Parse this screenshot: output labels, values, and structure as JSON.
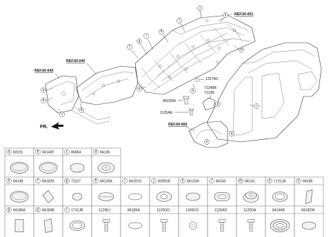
{
  "refs": {
    "ref_651": "REF.60-651",
    "ref_640_left": "REF.60-640",
    "ref_640_mid": "REF.60-640",
    "ref_660": "REF.60-660"
  },
  "part_labels": {
    "p1327AC": "1327AC",
    "p71248B": "71248B",
    "p71238": "71238",
    "p84235M": "84235M",
    "p1125AE": "1125AE"
  },
  "front_label": "FR.",
  "callouts": [
    "a",
    "b",
    "c",
    "d",
    "e",
    "f",
    "g",
    "h",
    "i",
    "j",
    "k",
    "l",
    "m",
    "n",
    "o",
    "p",
    "q",
    "r"
  ],
  "legend_rows": [
    [
      {
        "letter": "a",
        "code": "83191"
      },
      {
        "letter": "b",
        "code": "84140F"
      },
      {
        "letter": "c",
        "code": "85864"
      },
      {
        "letter": "d",
        "code": "84136"
      }
    ],
    [
      {
        "letter": "e",
        "code": "84148"
      },
      {
        "letter": "f",
        "code": "84182K"
      },
      {
        "letter": "g",
        "code": "71107"
      },
      {
        "letter": "h",
        "code": "84135A"
      },
      {
        "letter": "i",
        "code": "84191G"
      },
      {
        "letter": "j",
        "code": "83991B"
      },
      {
        "letter": "k",
        "code": "84132A"
      },
      {
        "letter": "l",
        "code": "84143"
      },
      {
        "letter": "m",
        "code": "84142"
      },
      {
        "letter": "n",
        "code": "1731JA"
      },
      {
        "letter": "o",
        "code": "84185"
      }
    ],
    [
      {
        "letter": "p",
        "code": "84186A"
      },
      {
        "letter": "q",
        "code": "84184B"
      },
      {
        "letter": "r",
        "code": "1731JB"
      },
      {
        "letter": "",
        "code": "1129EJ"
      },
      {
        "letter": "",
        "code": "84185A"
      },
      {
        "letter": "",
        "code": "1129GD"
      },
      {
        "letter": "",
        "code": "1339CD"
      },
      {
        "letter": "",
        "code": "1125AD"
      },
      {
        "letter": "",
        "code": "1125DA"
      },
      {
        "letter": "",
        "code": "84146B"
      },
      {
        "letter": "",
        "code": "84182W"
      }
    ]
  ],
  "legend_icons": [
    [
      "plug-oval",
      "plug-oval",
      "plug-flat-oval",
      "plug-grommet"
    ],
    [
      "plug-oval",
      "pad-diamond",
      "plug-small-round",
      "plug-flat-round",
      "plug-thin-oval",
      "plug-round-recess",
      "plug-oval-shallow",
      "plug-oblong",
      "plug-grommet-deep",
      "plug-ring",
      "pad-rhombus"
    ],
    [
      "pad-square",
      "pad-parallelogram",
      "plug-ring",
      "bolt",
      "plug-thin-oval",
      "bolt",
      "nut",
      "bolt",
      "bolt",
      "plug-large-double",
      "plug-oval-shallow"
    ]
  ]
}
